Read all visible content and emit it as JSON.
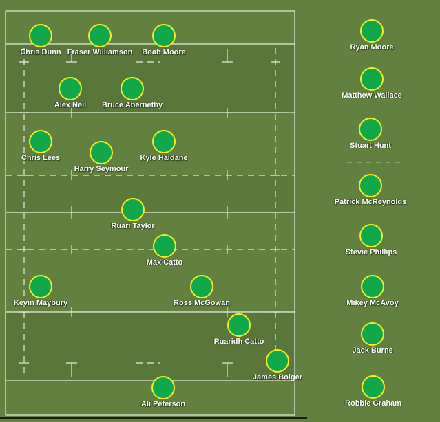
{
  "colors": {
    "background": "#628040",
    "pitch_light": "#628040",
    "pitch_dark": "#5a773b",
    "lines": "#e8eede",
    "player_fill": "#10a84a",
    "player_ring": "#f4ee22",
    "name_text": "#ffffff"
  },
  "starting_lineup": [
    {
      "name": "Chris Dunn"
    },
    {
      "name": "Fraser Williamson"
    },
    {
      "name": "Boab Moore"
    },
    {
      "name": "Alex Neil"
    },
    {
      "name": "Bruce Abernethy"
    },
    {
      "name": "Chris Lees"
    },
    {
      "name": "Harry Seymour"
    },
    {
      "name": "Kyle Haldane"
    },
    {
      "name": "Ruari Taylor"
    },
    {
      "name": "Max Catto"
    },
    {
      "name": "Kevin Maybury"
    },
    {
      "name": "Ross McGowan"
    },
    {
      "name": "Ruaridh Catto"
    },
    {
      "name": "James Bolger"
    },
    {
      "name": "Ali Peterson"
    }
  ],
  "replacements": [
    {
      "name": "Ryan Moore"
    },
    {
      "name": "Matthew Wallace"
    },
    {
      "name": "Stuart Hunt"
    },
    {
      "name": "Patrick McReynolds"
    },
    {
      "name": "Stevie Phillips"
    },
    {
      "name": "Mikey McAvoy"
    },
    {
      "name": "Jack Burns"
    },
    {
      "name": "Robbie Graham"
    }
  ]
}
